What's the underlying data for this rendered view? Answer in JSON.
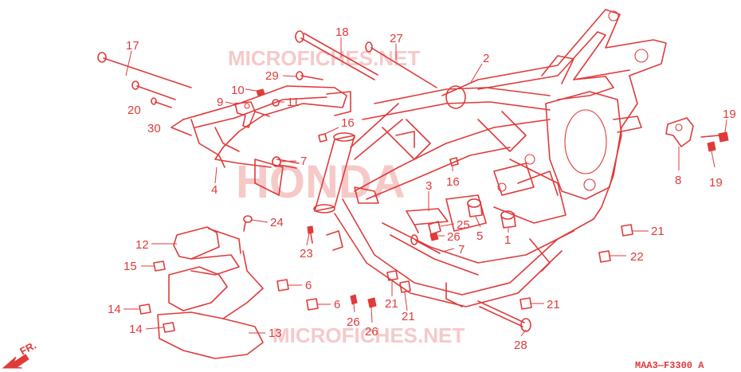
{
  "watermarks": {
    "top": "MICROFICHES.NET",
    "bottom": "MICROFICHES.NET",
    "brand": "HONDA"
  },
  "diagram_code": "MAA3—F3300 A",
  "direction_label": "FR.",
  "callouts": [
    "17",
    "18",
    "27",
    "2",
    "29",
    "20",
    "30",
    "10",
    "11",
    "9",
    "16",
    "7",
    "4",
    "3",
    "16",
    "5",
    "1",
    "25",
    "26",
    "7",
    "24",
    "12",
    "15",
    "23",
    "6",
    "6",
    "26",
    "26",
    "21",
    "21",
    "14",
    "14",
    "13",
    "28",
    "8",
    "19",
    "19",
    "21",
    "22",
    "21"
  ],
  "colors": {
    "line": "#e03a3a",
    "watermark": "#f6c9c9",
    "background": "#ffffff"
  }
}
